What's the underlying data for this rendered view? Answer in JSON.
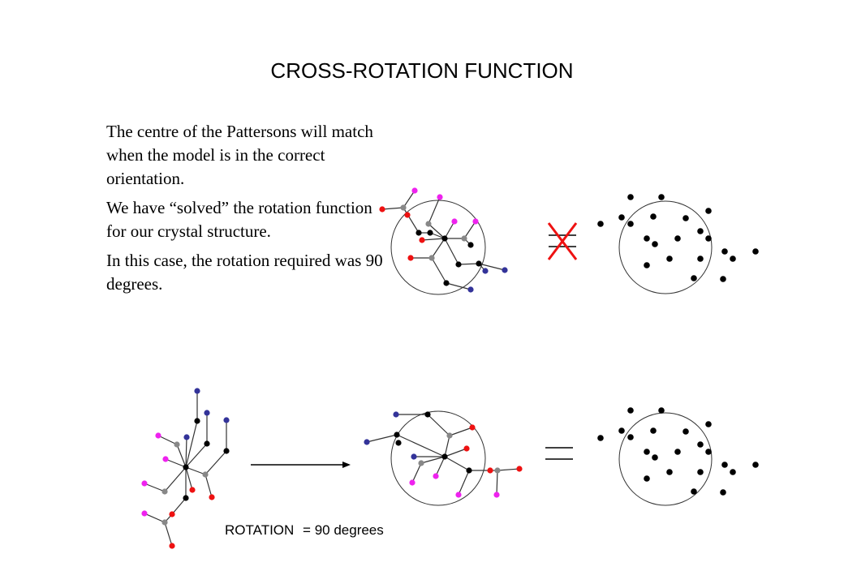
{
  "title": "CROSS-ROTATION FUNCTION",
  "paragraphs": [
    "The centre of the Pattersons will match when the model is in the correct orientation.",
    "We have “solved” the rotation function for our crystal structure.",
    "In this case, the rotation required was 90 degrees."
  ],
  "rotation_label": {
    "word": "ROTATION",
    "value": "= 90 degrees"
  },
  "colors": {
    "red": "#ee1111",
    "magenta": "#ee22ee",
    "grey": "#888888",
    "blue": "#333399",
    "black": "#000000",
    "cross": "#ee1111"
  }
}
